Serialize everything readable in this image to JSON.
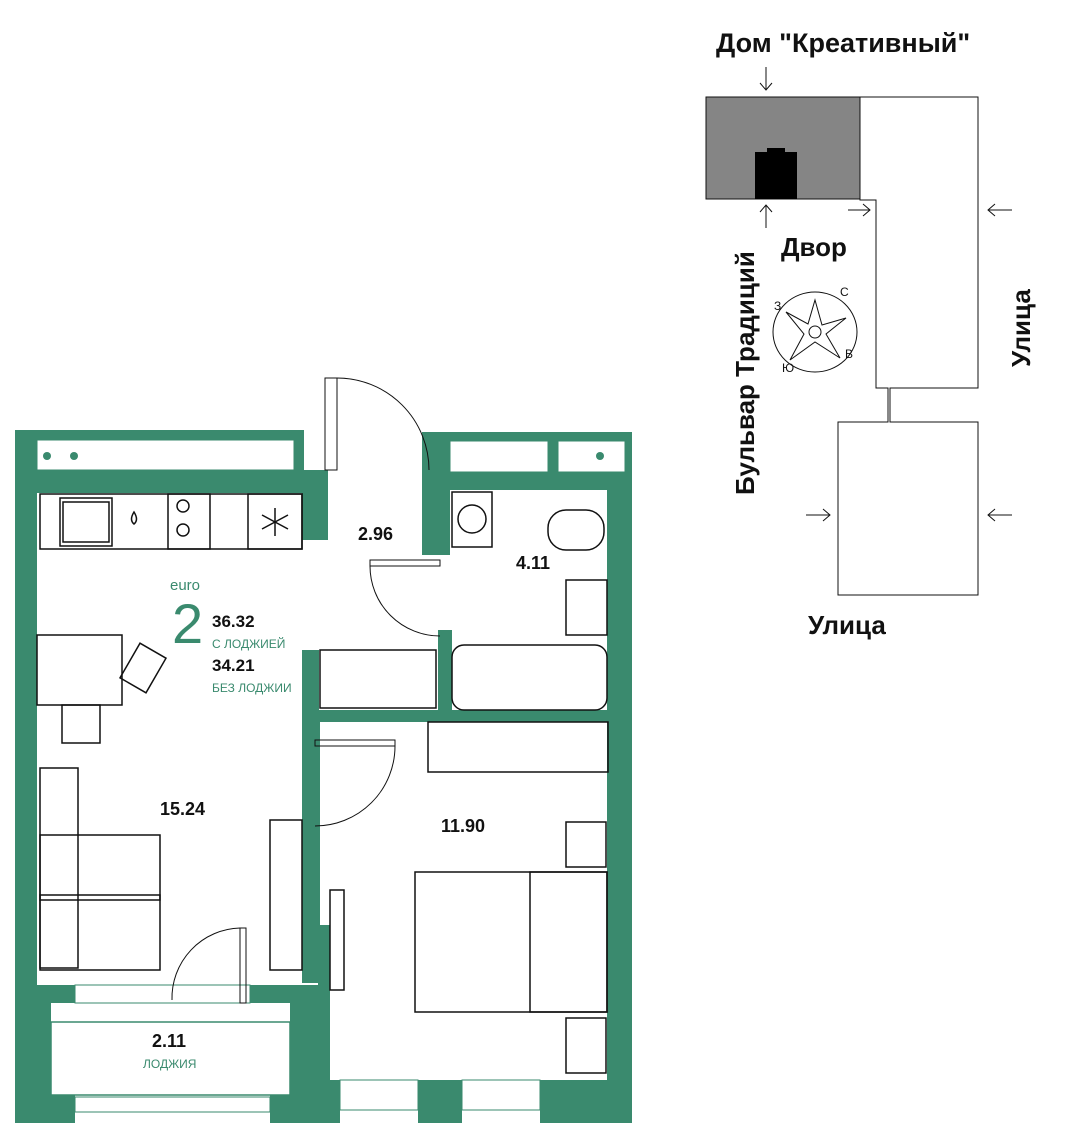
{
  "colors": {
    "wall": "#3a8a6e",
    "accent_text": "#3a8a6e",
    "highlight_block": "#858585",
    "line": "#111111"
  },
  "apartment": {
    "class_label": "euro",
    "rooms_count": "2",
    "area_with_loggia": "36.32",
    "with_loggia_label": "С ЛОДЖИЕЙ",
    "area_without_loggia": "34.21",
    "without_loggia_label": "БЕЗ ЛОДЖИИ"
  },
  "rooms": {
    "hall": "2.96",
    "bathroom": "4.11",
    "kitchen_living": "15.24",
    "bedroom": "11.90",
    "loggia_area": "2.11",
    "loggia_label": "ЛОДЖИЯ"
  },
  "site_plan": {
    "building_label": "Дом \"Креативный\"",
    "courtyard_label": "Двор",
    "boulevard_label": "Бульвар Традиций",
    "street_right_label": "Улица",
    "street_bottom_label": "Улица",
    "compass": {
      "north": "С",
      "east": "В",
      "south": "Ю",
      "west": "З"
    }
  }
}
